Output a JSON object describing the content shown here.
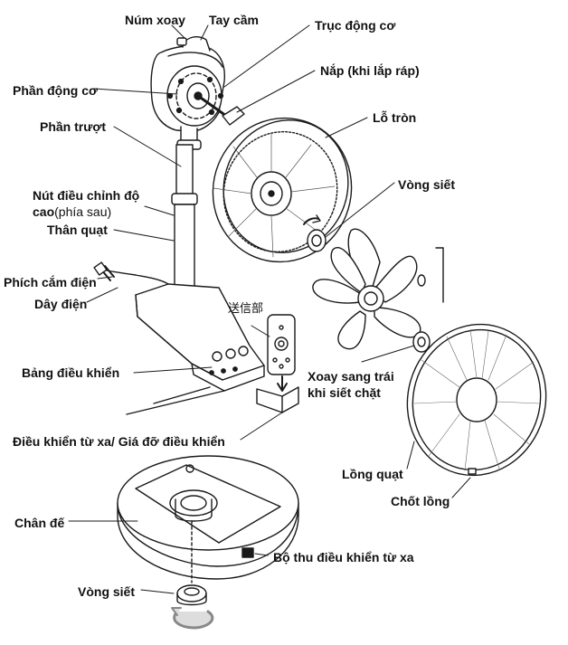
{
  "labels": {
    "num_xoay": "Núm xoay",
    "tay_cam": "Tay cầm",
    "truc_dong_co": "Trục động cơ",
    "nap": "Nắp (khi lắp ráp)",
    "phan_dong_co": "Phần động cơ",
    "lo_tron": "Lỗ tròn",
    "phan_truot": "Phần trượt",
    "vong_siet_top": "Vòng siết",
    "nut_dieu_chinh_line1": "Nút điều chỉnh độ",
    "nut_dieu_chinh_line2": "cao",
    "nut_dieu_chinh_sub": "(phía sau)",
    "than_quat": "Thân quạt",
    "phich_cam": "Phích cắm điện",
    "day_dien": "Dây điện",
    "jp_label": "送信部",
    "bang_dieu_khien": "Bảng điều khiển",
    "xoay_sang_trai_line1": "Xoay sang trái",
    "xoay_sang_trai_line2": "khi siết chặt",
    "dieu_khien_tu_xa": "Điều khiển từ xa/ Giá đỡ điều khiển",
    "long_quat": "Lồng quạt",
    "chot_long": "Chốt lồng",
    "chan_de": "Chân đế",
    "bo_thu": "Bộ thu điều khiển từ xa",
    "vong_siet_bottom": "Vòng siết"
  },
  "colors": {
    "line": "#1a1a1a",
    "accent": "#9a9a9a"
  }
}
